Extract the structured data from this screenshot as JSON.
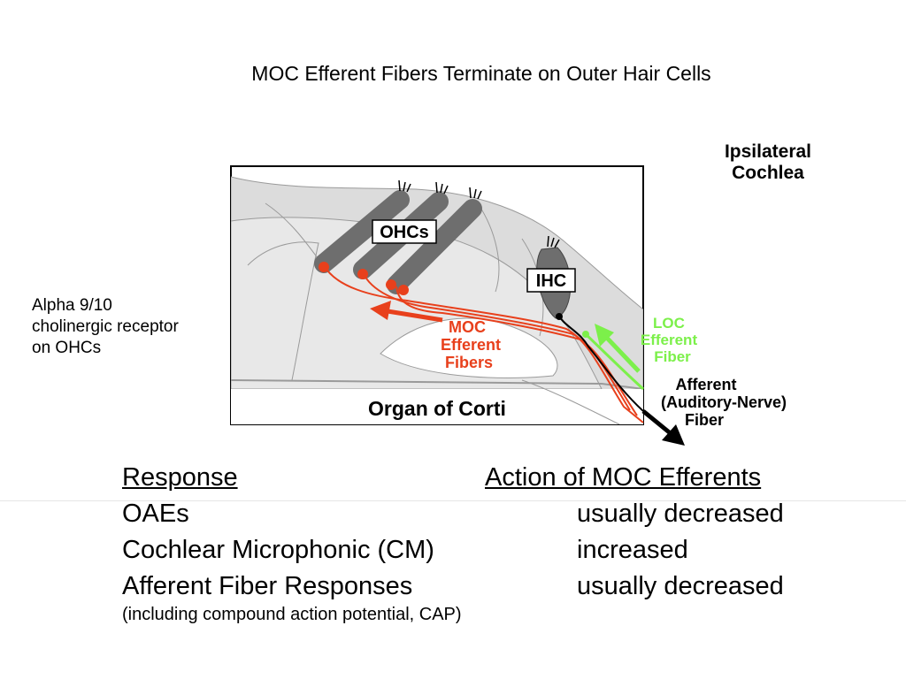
{
  "slide": {
    "title": "MOC Efferent Fibers Terminate on Outer Hair Cells"
  },
  "side_note": {
    "lines": [
      "Alpha 9/10",
      "cholinergic receptor",
      "on OHCs"
    ]
  },
  "diagram": {
    "heading": [
      "Ipsilateral",
      "Cochlea"
    ],
    "ohc_label": "OHCs",
    "ihc_label": "IHC",
    "moc_label": [
      "MOC",
      "Efferent",
      "Fibers"
    ],
    "loc_label": [
      "LOC",
      "Efferent",
      "Fiber"
    ],
    "afferent_label": [
      "Afferent",
      "(Auditory-Nerve)",
      "Fiber"
    ],
    "caption": "Organ of Corti",
    "colors": {
      "moc": "#e8401c",
      "loc": "#7cf04a",
      "afferent": "#000000",
      "hair_cell": "#6e6e6e",
      "tissue": "#dedede"
    }
  },
  "table": {
    "header_response": "Response",
    "header_action": "Action of MOC Efferents",
    "rows": [
      {
        "response": "OAEs",
        "action": "usually decreased"
      },
      {
        "response": "Cochlear Microphonic (CM)",
        "action": "increased"
      },
      {
        "response": "Afferent Fiber Responses",
        "action": "usually decreased"
      }
    ],
    "footnote": "(including compound action potential, CAP)"
  }
}
